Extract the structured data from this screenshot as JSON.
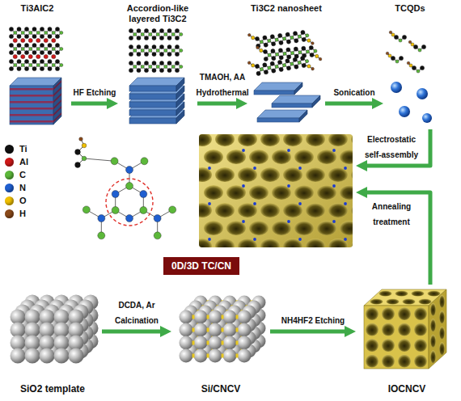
{
  "diagram": {
    "nodes": [
      {
        "text": [
          "Ti3AlC2"
        ]
      },
      {
        "text": [
          "Accordion-like layered Ti3C2"
        ]
      },
      {
        "text": [
          "Ti3C2 nanosheet"
        ]
      },
      {
        "text": [
          "TCQDs"
        ]
      },
      {
        "text": [
          "0D/3D TC/CN"
        ]
      },
      {
        "text": [
          "SiO2 template"
        ]
      },
      {
        "text": [
          "Si/CNCV"
        ]
      },
      {
        "text": [
          "IOCNCV"
        ]
      }
    ],
    "edges": [
      {
        "from": 0,
        "to": 1,
        "label": "HF Etching",
        "arrow": "to"
      },
      {
        "from": 1,
        "to": 2,
        "label": "TMAOH, AA Hydrothermal",
        "arrow": "to"
      },
      {
        "from": 2,
        "to": 3,
        "label": "Sonication",
        "arrow": "to"
      },
      {
        "from": 3,
        "to": 4,
        "label": "Electrostatic self-assembly",
        "arrow": "to"
      },
      {
        "from": 7,
        "to": 4,
        "label": "Annealing treatment",
        "arrow": "to"
      },
      {
        "from": 5,
        "to": 6,
        "label": "DCDA, Ar Calcination",
        "arrow": "to"
      },
      {
        "from": 6,
        "to": 7,
        "label": "NH4HF2 Etching",
        "arrow": "to"
      }
    ],
    "legend": [
      {
        "text": "Ti",
        "color": "#111111"
      },
      {
        "text": "Al",
        "color": "#d01818"
      },
      {
        "text": "C",
        "color": "#5cb83a"
      },
      {
        "text": "N",
        "color": "#1f5fd0"
      },
      {
        "text": "O",
        "color": "#f0c000"
      },
      {
        "text": "H",
        "color": "#8b4a1a"
      }
    ]
  }
}
